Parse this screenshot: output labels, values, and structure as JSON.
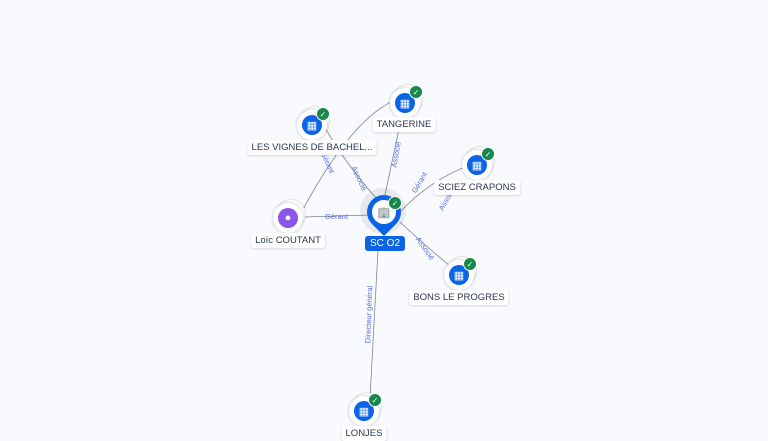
{
  "center": {
    "name": "SC O2",
    "icon": "building-icon",
    "verified": true
  },
  "nodes": [
    {
      "name": "TANGERINE",
      "type": "company"
    },
    {
      "name": "LES VIGNES DE BACHEL...",
      "type": "company"
    },
    {
      "name": "SCIEZ CRAPONS",
      "type": "company"
    },
    {
      "name": "Loïc COUTANT",
      "type": "person"
    },
    {
      "name": "BONS LE PROGRES",
      "type": "company"
    },
    {
      "name": "LONJES",
      "type": "company"
    }
  ],
  "edges": [
    {
      "label": "Associé"
    },
    {
      "label": "Gérant"
    },
    {
      "label": "Associé"
    },
    {
      "label": "Gérant"
    },
    {
      "label": "Associé"
    },
    {
      "label": "Gérant"
    },
    {
      "label": "Associé"
    },
    {
      "label": "Directeur général"
    }
  ],
  "colors": {
    "company": "#0b63e5",
    "person": "#8a56e8",
    "verified": "#17874a",
    "edge_label": "#5b6ee0"
  }
}
